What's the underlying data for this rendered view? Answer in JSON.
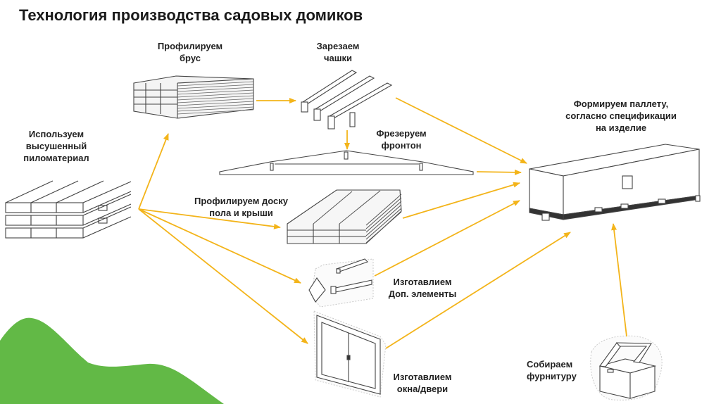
{
  "title": "Технология производства садовых домиков",
  "colors": {
    "arrow": "#f3b41a",
    "hill": "#62b946",
    "text": "#1a1a1a"
  },
  "steps": {
    "lumber": {
      "label": "Используем\nвысушенный\nпиломатериал"
    },
    "profile_beam": {
      "label": "Профилируем\nбрус"
    },
    "notches": {
      "label": "Зарезаем\nчашки"
    },
    "gable": {
      "label": "Фрезеруем\nфронтон"
    },
    "boards": {
      "label": "Профилируем доску\nпола и крыши"
    },
    "extras": {
      "label": "Изготавлием\nДоп. элементы"
    },
    "windows": {
      "label": "Изготавлием\nокна/двери"
    },
    "pallet": {
      "label": "Формируем паллету,\nсогласно спецификации\nна изделие"
    },
    "hardware": {
      "label": "Собираем\nфурнитуру"
    }
  },
  "flows": [
    {
      "from": "lumber",
      "to": "profile_beam"
    },
    {
      "from": "lumber",
      "to": "boards"
    },
    {
      "from": "lumber",
      "to": "extras"
    },
    {
      "from": "lumber",
      "to": "windows"
    },
    {
      "from": "profile_beam",
      "to": "notches"
    },
    {
      "from": "notches",
      "to": "gable"
    },
    {
      "from": "notches",
      "to": "pallet"
    },
    {
      "from": "gable",
      "to": "pallet"
    },
    {
      "from": "boards",
      "to": "pallet"
    },
    {
      "from": "extras",
      "to": "pallet"
    },
    {
      "from": "windows",
      "to": "pallet"
    },
    {
      "from": "hardware",
      "to": "pallet"
    }
  ]
}
